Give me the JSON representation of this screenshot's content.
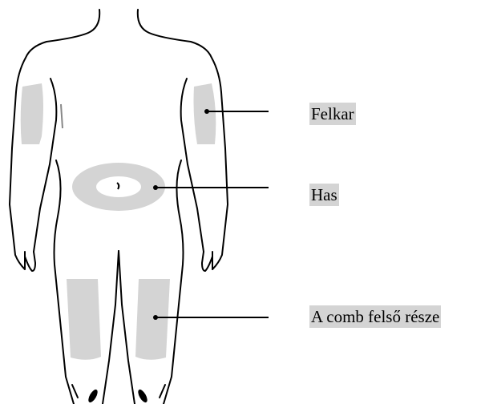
{
  "labels": {
    "upper_arm": "Felkar",
    "abdomen": "Has",
    "thigh": "A comb felső része"
  },
  "colors": {
    "injection_zone": "#d4d4d4",
    "label_highlight": "#d4d4d4",
    "outline": "#000000",
    "background": "#ffffff"
  }
}
